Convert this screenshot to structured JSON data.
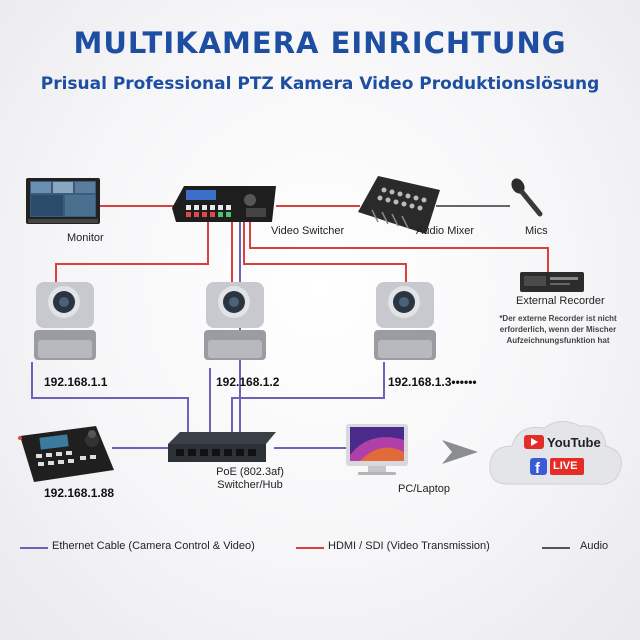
{
  "header": {
    "title": "MULTIKAMERA EINRICHTUNG",
    "subtitle": "Prisual Professional PTZ Kamera Video Produktionslösung"
  },
  "devices": {
    "monitor": "Monitor",
    "video_switcher": "Video Switcher",
    "audio_mixer": "Audio Mixer",
    "mics": "Mics",
    "external_recorder": "External Recorder",
    "recorder_note": "*Der externe Recorder ist nicht erforderlich, wenn der Mischer Aufzeichnungsfunktion hat",
    "poe_switch_line1": "PoE (802.3af)",
    "poe_switch_line2": "Switcher/Hub",
    "pc": "PC/Laptop"
  },
  "ips": {
    "cam1": "192.168.1.1",
    "cam2": "192.168.1.2",
    "cam3": "192.168.1.3••••••",
    "controller": "192.168.1.88"
  },
  "streaming": {
    "youtube": "YouTube",
    "facebook_live": "LIVE"
  },
  "legend": {
    "ethernet": "Ethernet Cable (Camera Control & Video)",
    "hdmi": "HDMI / SDI (Video Transmission)",
    "audio": "Audio"
  },
  "colors": {
    "ethernet": "#6a63b8",
    "hdmi": "#d94040",
    "audio": "#555555",
    "title": "#1d4ea1"
  }
}
